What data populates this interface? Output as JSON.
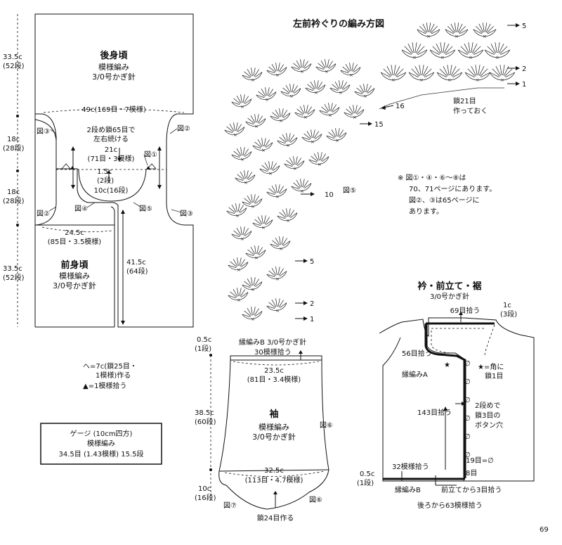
{
  "page_number": "69",
  "left": {
    "vert_labels": [
      {
        "a": "33.5c",
        "b": "(52段)"
      },
      {
        "a": "18c",
        "b": "(28段)"
      },
      {
        "a": "18c",
        "b": "(28段)"
      },
      {
        "a": "33.5c",
        "b": "(52段)"
      }
    ],
    "back_title": "後身頃",
    "back_sub1": "模様編み",
    "back_sub2": "3/0号かぎ針",
    "back_width": "49c(169目・7模様)",
    "fig3a": "図③",
    "fig2a": "図②",
    "fig1": "図①",
    "note_row2a": "2段め鎖65目で",
    "note_row2b": "左右続ける",
    "neck_w": "21c",
    "neck_w2": "(71目・3模様)",
    "neck_d": "1.5c",
    "neck_d2": "(2段)",
    "neck_10": "10c(16段)",
    "fig4": "図④",
    "fig5": "図⑤",
    "fig2b": "図②",
    "fig3b": "図③",
    "front_w": "24.5c",
    "front_w2": "(85目・3.5模様)",
    "front_title": "前身頃",
    "front_sub1": "模様編み",
    "front_sub2": "3/0号かぎ針",
    "front_h": "41.5c",
    "front_h2": "(64段)"
  },
  "legend": {
    "line1": "へ=7c(鎖25目・",
    "line2": "1模様)作る",
    "line3": "▲=1模様拾う"
  },
  "gauge": {
    "title": "ゲージ (10cm四方)",
    "line1": "模様編み",
    "line2": "34.5目 (1.43模様)  15.5段"
  },
  "collar": {
    "title": "左前衿ぐりの編み方図",
    "fig5": "図⑤",
    "chain": "鎖21目",
    "chain2": "作っておく",
    "row_labels": [
      "5",
      "2",
      "1",
      "16",
      "15",
      "10",
      "5",
      "2",
      "1"
    ]
  },
  "note": {
    "l1": "※ 図①・④・⑥〜⑧は",
    "l2": "70、71ページにあります。",
    "l3": "図②、③は65ページに",
    "l4": "あります。"
  },
  "sleeve": {
    "top_a": "0.5c",
    "top_b": "(1段)",
    "edge": "縁編みB 3/0号かぎ針",
    "pickup": "30模様拾う",
    "w": "23.5c",
    "w2": "(81目・3.4模様)",
    "h": "38.5c",
    "h2": "(60段)",
    "title": "袖",
    "sub1": "模様編み",
    "sub2": "3/0号かぎ針",
    "fig6": "図⑥",
    "bw": "32.5c",
    "bw2": "(113目・4.7模様)",
    "cap": "10c",
    "cap2": "(16段)",
    "fig7": "図⑦",
    "fig6b": "図⑥",
    "chain": "鎖24目作る"
  },
  "band": {
    "title": "衿・前立て・裾",
    "sub": "3/0号かぎ針",
    "pick69": "69目拾う",
    "c1": "1c",
    "c1b": "(3段)",
    "pick56": "56目拾う",
    "edgeA": "縁編みA",
    "star": "★=角に",
    "star2": "鎖1目",
    "pick143": "143目拾う",
    "btn1": "2段めで",
    "btn2": "鎖3目の",
    "btn3": "ボタン穴",
    "r19": "19目=∅",
    "r8": "8目",
    "pick32": "32模様拾う",
    "left_a": "0.5c",
    "left_b": "(1段)",
    "edgeB": "縁編みB",
    "front3": "前立てから3目拾う",
    "back63": "後ろから63模様拾う"
  }
}
